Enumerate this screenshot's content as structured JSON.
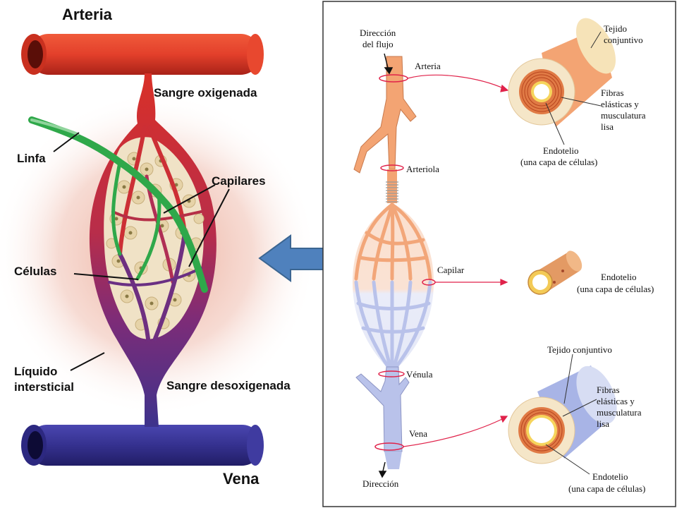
{
  "left_panel": {
    "arteria": "Arteria",
    "sangre_oxigenada": "Sangre oxigenada",
    "linfa": "Linfa",
    "capilares": "Capilares",
    "celulas": "Células",
    "liquido_line1": "Líquido",
    "liquido_line2": "intersticial",
    "sangre_desoxigenada": "Sangre desoxigenada",
    "vena": "Vena"
  },
  "right_panel": {
    "direccion_flujo_line1": "Dirección",
    "direccion_flujo_line2": "del flujo",
    "arteria": "Arteria",
    "arteriola": "Arteriola",
    "capilar": "Capilar",
    "venula": "Vénula",
    "vena": "Vena",
    "direccion": "Dirección",
    "artery_section": {
      "tejido_line1": "Tejido",
      "tejido_line2": "conjuntivo",
      "fibras_line1": "Fibras",
      "fibras_line2": "elásticas y",
      "fibras_line3": "musculatura",
      "fibras_line4": "lisa",
      "endotelio_line1": "Endotelio",
      "endotelio_line2": "(una capa de células)"
    },
    "capillary_section": {
      "endotelio_line1": "Endotelio",
      "endotelio_line2": "(una capa de células)"
    },
    "vein_section": {
      "tejido": "Tejido conjuntivo",
      "fibras_line1": "Fibras",
      "fibras_line2": "elásticas y",
      "fibras_line3": "musculatura",
      "fibras_line4": "lisa",
      "endotelio_line1": "Endotelio",
      "endotelio_line2": "(una capa de células)"
    }
  },
  "colors": {
    "artery_red": "#d8342a",
    "vein_blue": "#3a3590",
    "lymph_green": "#2fa84a",
    "orange_vessel": "#f2a679",
    "blue_vessel": "#b9c2ea",
    "arrow_blue": "#4f81bd",
    "red_line": "#e0224a"
  }
}
